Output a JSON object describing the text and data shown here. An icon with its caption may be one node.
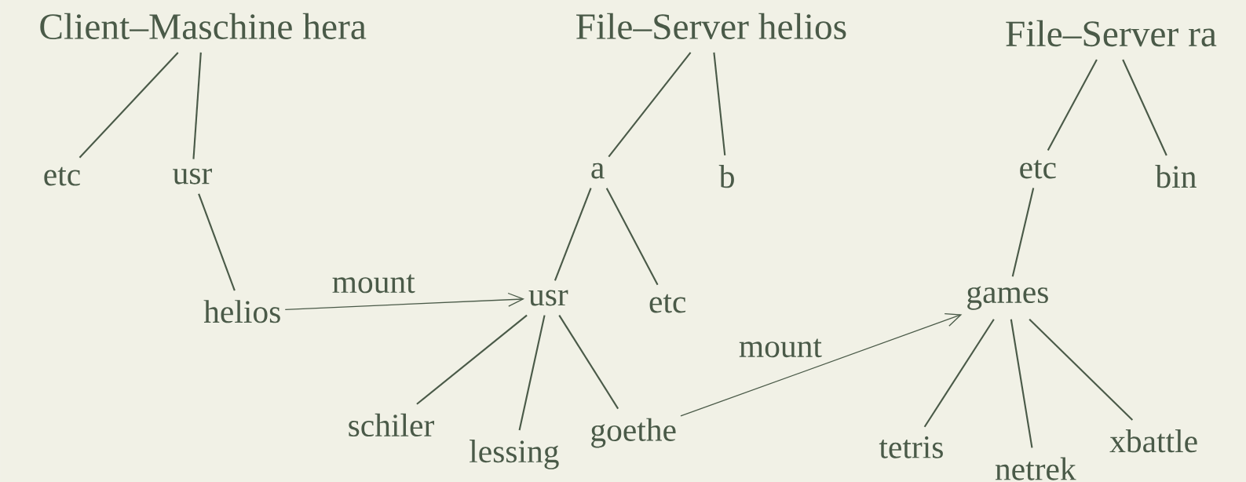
{
  "diagram": {
    "nodes": [
      {
        "text": [
          "Client–Maschine hera"
        ]
      },
      {
        "text": [
          "etc"
        ]
      },
      {
        "text": [
          "usr"
        ]
      },
      {
        "text": [
          "helios"
        ]
      },
      {
        "text": [
          "File–Server helios"
        ]
      },
      {
        "text": [
          "a"
        ]
      },
      {
        "text": [
          "b"
        ]
      },
      {
        "text": [
          "usr"
        ]
      },
      {
        "text": [
          "etc"
        ]
      },
      {
        "text": [
          "schiler"
        ]
      },
      {
        "text": [
          "lessing"
        ]
      },
      {
        "text": [
          "goethe"
        ]
      },
      {
        "text": [
          "File–Server ra"
        ]
      },
      {
        "text": [
          "etc"
        ]
      },
      {
        "text": [
          "bin"
        ]
      },
      {
        "text": [
          "games"
        ]
      },
      {
        "text": [
          "tetris"
        ]
      },
      {
        "text": [
          "netrek"
        ]
      },
      {
        "text": [
          "xbattle"
        ]
      }
    ],
    "edges": [
      {
        "from": 0,
        "to": 1,
        "arrow": "none"
      },
      {
        "from": 0,
        "to": 2,
        "arrow": "none"
      },
      {
        "from": 2,
        "to": 3,
        "arrow": "none"
      },
      {
        "from": 4,
        "to": 5,
        "arrow": "none"
      },
      {
        "from": 4,
        "to": 6,
        "arrow": "none"
      },
      {
        "from": 5,
        "to": 7,
        "arrow": "none"
      },
      {
        "from": 5,
        "to": 8,
        "arrow": "none"
      },
      {
        "from": 7,
        "to": 9,
        "arrow": "none"
      },
      {
        "from": 7,
        "to": 10,
        "arrow": "none"
      },
      {
        "from": 7,
        "to": 11,
        "arrow": "none"
      },
      {
        "from": 12,
        "to": 13,
        "arrow": "none"
      },
      {
        "from": 12,
        "to": 14,
        "arrow": "none"
      },
      {
        "from": 13,
        "to": 15,
        "arrow": "none"
      },
      {
        "from": 15,
        "to": 16,
        "arrow": "none"
      },
      {
        "from": 15,
        "to": 17,
        "arrow": "none"
      },
      {
        "from": 15,
        "to": 18,
        "arrow": "none"
      },
      {
        "from": 3,
        "to": 7,
        "arrow": "to",
        "label": "mount"
      },
      {
        "from": 11,
        "to": 15,
        "arrow": "to",
        "label": "mount"
      }
    ]
  }
}
